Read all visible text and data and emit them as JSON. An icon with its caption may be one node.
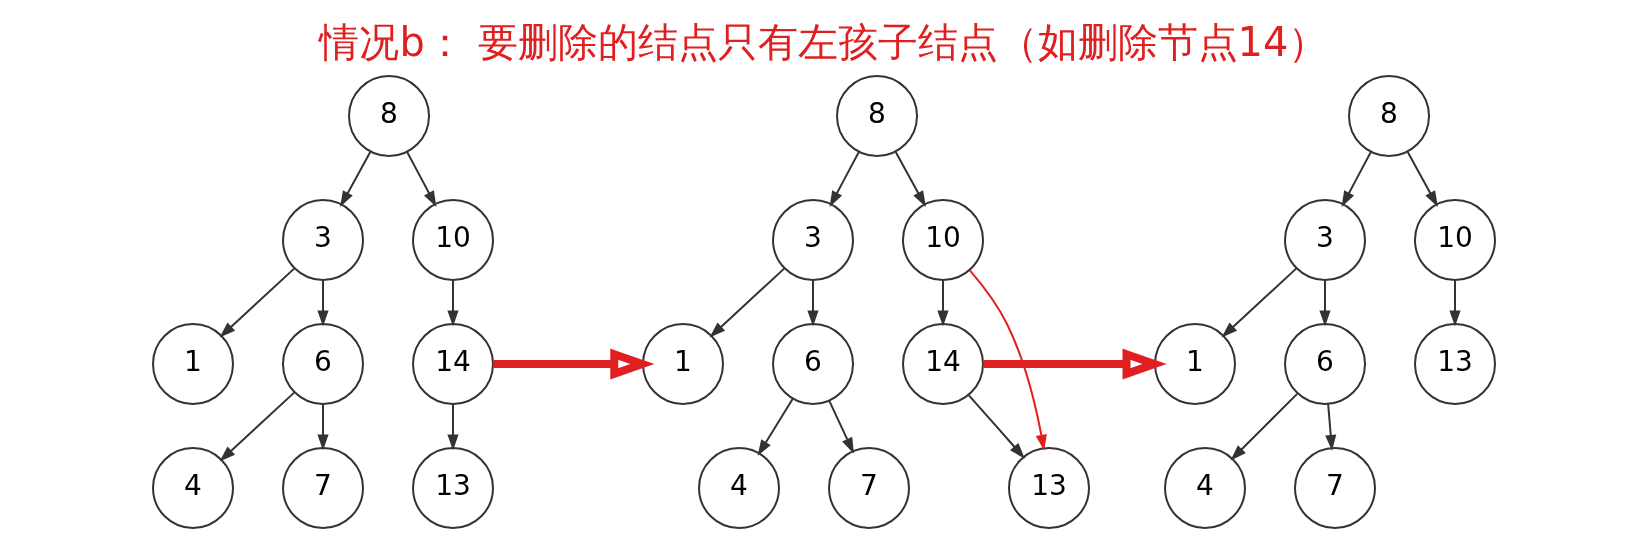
{
  "diagram": {
    "title": "情况b： 要删除的结点只有左孩子结点（如删除节点14）",
    "nodes": [
      {
        "text": [
          "8"
        ]
      },
      {
        "text": [
          "3"
        ]
      },
      {
        "text": [
          "10"
        ]
      },
      {
        "text": [
          "1"
        ]
      },
      {
        "text": [
          "6"
        ]
      },
      {
        "text": [
          "14"
        ]
      },
      {
        "text": [
          "4"
        ]
      },
      {
        "text": [
          "7"
        ]
      },
      {
        "text": [
          "13"
        ]
      },
      {
        "text": [
          "8"
        ]
      },
      {
        "text": [
          "3"
        ]
      },
      {
        "text": [
          "10"
        ]
      },
      {
        "text": [
          "1"
        ]
      },
      {
        "text": [
          "6"
        ]
      },
      {
        "text": [
          "14"
        ]
      },
      {
        "text": [
          "4"
        ]
      },
      {
        "text": [
          "7"
        ]
      },
      {
        "text": [
          "13"
        ]
      },
      {
        "text": [
          "8"
        ]
      },
      {
        "text": [
          "3"
        ]
      },
      {
        "text": [
          "10"
        ]
      },
      {
        "text": [
          "1"
        ]
      },
      {
        "text": [
          "6"
        ]
      },
      {
        "text": [
          "13"
        ]
      },
      {
        "text": [
          "4"
        ]
      },
      {
        "text": [
          "7"
        ]
      }
    ],
    "edges": [
      {
        "from": 0,
        "to": 1,
        "arrow": "to"
      },
      {
        "from": 0,
        "to": 2,
        "arrow": "to"
      },
      {
        "from": 1,
        "to": 3,
        "arrow": "to"
      },
      {
        "from": 1,
        "to": 4,
        "arrow": "to"
      },
      {
        "from": 2,
        "to": 5,
        "arrow": "to"
      },
      {
        "from": 4,
        "to": 6,
        "arrow": "to"
      },
      {
        "from": 4,
        "to": 7,
        "arrow": "to"
      },
      {
        "from": 5,
        "to": 8,
        "arrow": "to"
      },
      {
        "from": 5,
        "to": 12,
        "arrow": "to",
        "style": "thick",
        "color": "#e02020"
      },
      {
        "from": 9,
        "to": 10,
        "arrow": "to"
      },
      {
        "from": 9,
        "to": 11,
        "arrow": "to"
      },
      {
        "from": 10,
        "to": 12,
        "arrow": "to"
      },
      {
        "from": 10,
        "to": 13,
        "arrow": "to"
      },
      {
        "from": 11,
        "to": 14,
        "arrow": "to"
      },
      {
        "from": 11,
        "to": 17,
        "arrow": "to",
        "color": "#e02020"
      },
      {
        "from": 13,
        "to": 15,
        "arrow": "to"
      },
      {
        "from": 13,
        "to": 16,
        "arrow": "to"
      },
      {
        "from": 14,
        "to": 17,
        "arrow": "to"
      },
      {
        "from": 14,
        "to": 21,
        "arrow": "to",
        "style": "thick",
        "color": "#e02020"
      },
      {
        "from": 18,
        "to": 19,
        "arrow": "to"
      },
      {
        "from": 18,
        "to": 20,
        "arrow": "to"
      },
      {
        "from": 19,
        "to": 21,
        "arrow": "to"
      },
      {
        "from": 19,
        "to": 22,
        "arrow": "to"
      },
      {
        "from": 20,
        "to": 23,
        "arrow": "to"
      },
      {
        "from": 22,
        "to": 24,
        "arrow": "to"
      },
      {
        "from": 22,
        "to": 25,
        "arrow": "to"
      }
    ]
  }
}
